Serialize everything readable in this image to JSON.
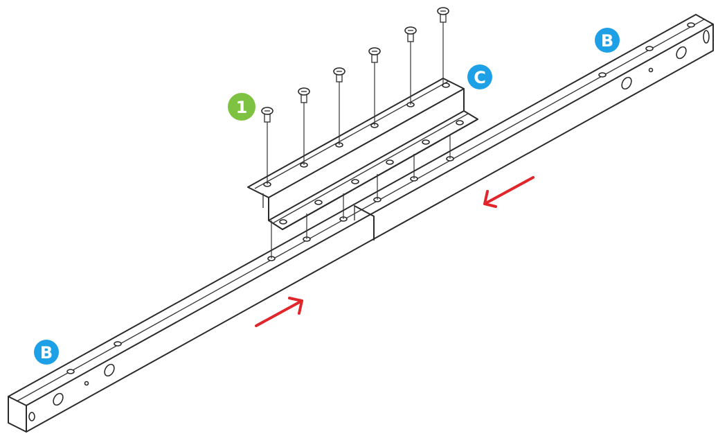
{
  "labels": {
    "rail_right": "B",
    "rail_left": "B",
    "bracket": "C",
    "step": "1"
  },
  "colors": {
    "part_label": "#1ea0e6",
    "step_label": "#7dc241",
    "arrow": "#e0262b",
    "line": "#2a2a2a"
  },
  "icons": {
    "direction_arrows": "arrow-icon",
    "screws": "screw-icon"
  }
}
